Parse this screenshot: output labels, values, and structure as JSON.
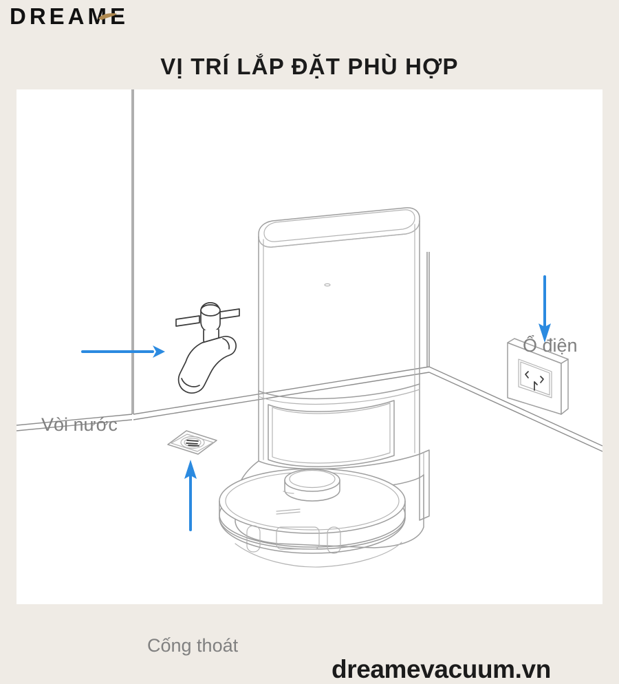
{
  "brand": {
    "wordmark": "DREAME",
    "swoosh_color": "#b08a50",
    "wordmark_color": "#111111"
  },
  "header": {
    "title": "VỊ TRÍ LẮP ĐẶT PHÙ HỢP"
  },
  "colors": {
    "background": "#efebe5",
    "panel": "#ffffff",
    "arrow_blue": "#2b8ae0",
    "label_gray": "#808080",
    "line_art": "#9a9a9a",
    "room_line": "#8d8d8d"
  },
  "illustration": {
    "scene_name": "bathroom-corner-with-robot-vacuum-dock",
    "items": [
      {
        "id": "faucet",
        "icon": "faucet-icon",
        "label": "Vòi nước"
      },
      {
        "id": "outlet",
        "icon": "power-outlet-icon",
        "label": "Ổ điện"
      },
      {
        "id": "drain",
        "icon": "floor-drain-icon",
        "label": "Cống thoát"
      },
      {
        "id": "dock",
        "icon": "dock-station-icon",
        "label": ""
      },
      {
        "id": "robot",
        "icon": "robot-vacuum-icon",
        "label": ""
      }
    ]
  },
  "labels": {
    "faucet": "Vòi nước",
    "outlet": "Ổ điện",
    "drain": "Cống thoát"
  },
  "footer": {
    "website": "dreamevacuum.vn"
  }
}
